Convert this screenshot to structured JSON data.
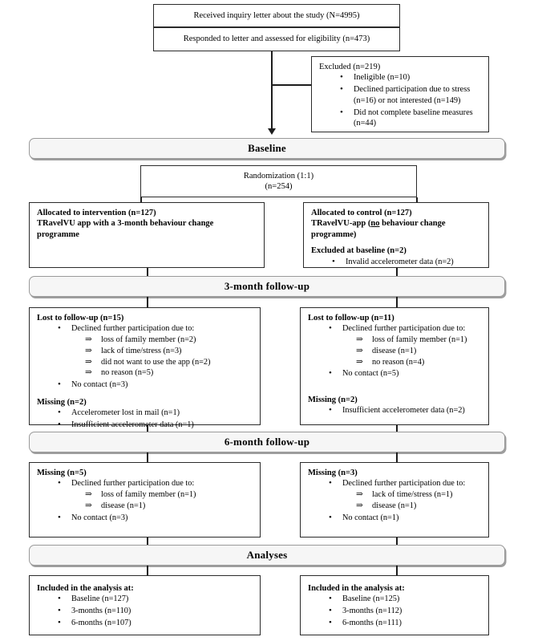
{
  "diagram": {
    "type": "consort-flow-diagram",
    "top": {
      "received": "Received inquiry letter about the study (N=4995)",
      "responded": "Responded to letter and assessed for eligibility (n=473)"
    },
    "excluded": {
      "title": "Excluded (n=219)",
      "items": [
        "Ineligible (n=10)",
        "Declined participation due to stress (n=16) or not interested (n=149)",
        "Did not complete baseline measures (n=44)"
      ]
    },
    "stages": {
      "baseline": "Baseline",
      "followup3": "3-month follow-up",
      "followup6": "6-month follow-up",
      "analyses": "Analyses"
    },
    "randomization": {
      "line1": "Randomization (1:1)",
      "line2": "(n=254)"
    },
    "allocation": {
      "intervention": {
        "title": "Allocated to intervention (n=127)",
        "desc": "TRavelVU app with a 3-month behaviour change programme"
      },
      "control": {
        "title": "Allocated to control (n=127)",
        "desc_pre": "TRavelVU-app (",
        "desc_underline": "no",
        "desc_post": " behaviour change programme)",
        "excluded_title": "Excluded at baseline (n=2)",
        "excluded_items": [
          "Invalid accelerometer data (n=2)"
        ]
      }
    },
    "followup3_boxes": {
      "intervention": {
        "lost_title": "Lost to follow-up (n=15)",
        "declined_label": "Declined further participation due to:",
        "declined_items": [
          "loss of family member (n=2)",
          "lack of time/stress (n=3)",
          "did not want to use the app (n=2)",
          "no reason (n=5)"
        ],
        "no_contact": "No contact (n=3)",
        "missing_title": "Missing (n=2)",
        "missing_items": [
          "Accelerometer lost in mail (n=1)",
          "Insufficient accelerometer data (n=1)"
        ]
      },
      "control": {
        "lost_title": "Lost to follow-up (n=11)",
        "declined_label": "Declined further participation due to:",
        "declined_items": [
          "loss of family member (n=1)",
          "disease (n=1)",
          "no reason (n=4)"
        ],
        "no_contact": "No contact (n=5)",
        "missing_title": "Missing (n=2)",
        "missing_items": [
          "Insufficient accelerometer data (n=2)"
        ]
      }
    },
    "followup6_boxes": {
      "intervention": {
        "missing_title": "Missing (n=5)",
        "declined_label": "Declined further participation due to:",
        "declined_items": [
          "loss of family member (n=1)",
          "disease (n=1)"
        ],
        "no_contact": "No contact (n=3)"
      },
      "control": {
        "missing_title": "Missing (n=3)",
        "declined_label": "Declined further participation due to:",
        "declined_items": [
          "lack of time/stress (n=1)",
          "disease (n=1)"
        ],
        "no_contact": "No contact (n=1)"
      }
    },
    "analyses_boxes": {
      "intervention": {
        "title": "Included in the analysis at:",
        "items": [
          "Baseline (n=127)",
          "3-months (n=110)",
          "6-months (n=107)"
        ]
      },
      "control": {
        "title": "Included in the analysis at:",
        "items": [
          "Baseline (n=125)",
          "3-months (n=112)",
          "6-months (n=111)"
        ]
      }
    },
    "colors": {
      "box_border": "#2b2b2b",
      "header_fill": "#f6f6f6",
      "header_border": "#9a9a9a",
      "connector": "#1d1d1d"
    }
  }
}
